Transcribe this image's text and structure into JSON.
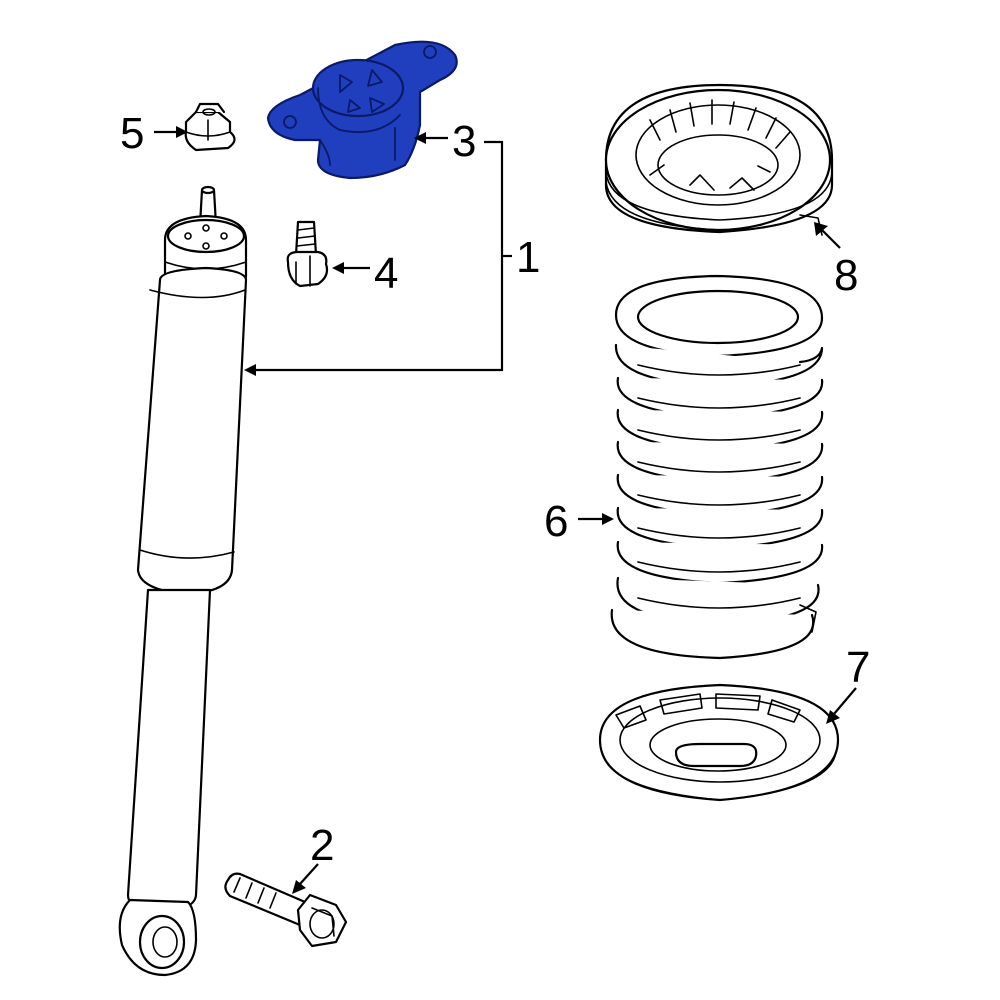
{
  "diagram": {
    "highlight_color": "#1f3fbf",
    "line_color": "#000000",
    "background": "#ffffff",
    "callouts": {
      "c1": "1",
      "c2": "2",
      "c3": "3",
      "c4": "4",
      "c5": "5",
      "c6": "6",
      "c7": "7",
      "c8": "8"
    }
  }
}
